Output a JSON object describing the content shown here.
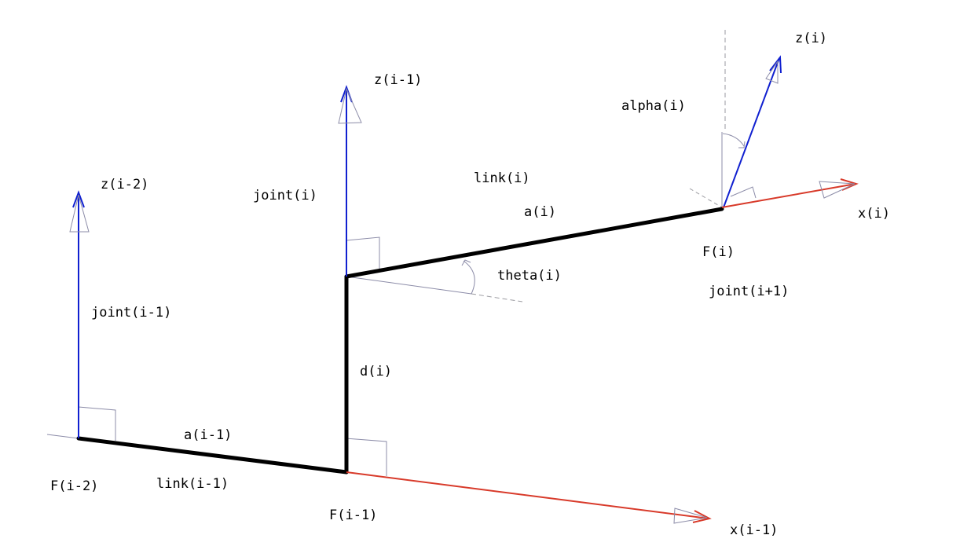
{
  "colors": {
    "z_axis": "#1020d0",
    "x_axis": "#d83a2a",
    "link": "#000000",
    "construction": "#8c8ca8",
    "dashed": "#9a9aa0",
    "label": "#000000"
  },
  "labels": {
    "z_i_minus_2": "z(i-2)",
    "joint_i_minus_1": "joint(i-1)",
    "frame_i_minus_2": "F(i-2)",
    "a_i_minus_1": "a(i-1)",
    "link_i_minus_1": "link(i-1)",
    "frame_i_minus_1": "F(i-1)",
    "x_i_minus_1": "x(i-1)",
    "z_i_minus_1": "z(i-1)",
    "joint_i": "joint(i)",
    "d_i": "d(i)",
    "link_i": "link(i)",
    "a_i": "a(i)",
    "theta_i": "theta(i)",
    "alpha_i": "alpha(i)",
    "z_i": "z(i)",
    "x_i": "x(i)",
    "frame_i": "F(i)",
    "joint_i_plus_1": "joint(i+1)"
  }
}
